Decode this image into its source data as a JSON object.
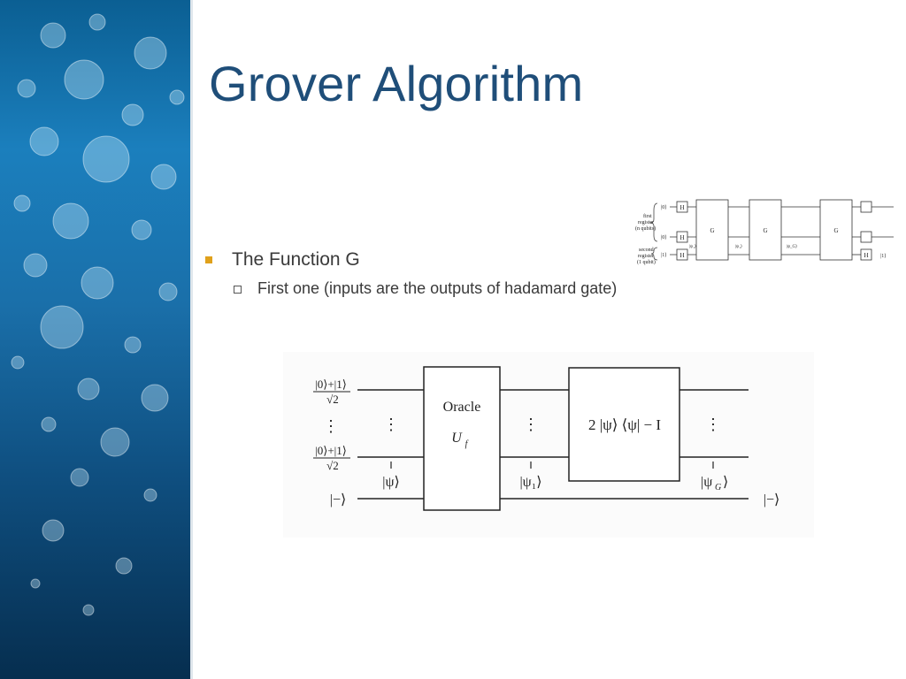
{
  "slide": {
    "title": "Grover Algorithm",
    "bullet": "The Function G",
    "sub_bullet": "First one (inputs are the outputs of hadamard gate)"
  },
  "colors": {
    "title": "#1f4e79",
    "bullet": "#e0a11b",
    "side_panel": "#1b7fbd"
  },
  "mini_circuit": {
    "first_register_label": [
      "first",
      "register",
      "(n qubits)"
    ],
    "second_register_label": [
      "second",
      "register",
      "(1 qubit)"
    ],
    "inputs": [
      "|0⟩",
      "|0⟩",
      "|1⟩"
    ],
    "hadamard": "H",
    "g_box": "G",
    "states": [
      "|ψ₁⟩",
      "|ψ₁⟩",
      "|ψ_G⟩"
    ],
    "output": "|1⟩"
  },
  "main_circuit": {
    "input_top_num": "|0⟩+|1⟩",
    "input_top_den": "√2",
    "input_bottom_num": "|0⟩+|1⟩",
    "input_bottom_den": "√2",
    "ancilla_in": "|−⟩",
    "ancilla_out": "|−⟩",
    "oracle_label": "Oracle",
    "oracle_sub": "U",
    "oracle_sub_index": "f",
    "diffusion": "2 |ψ⟩ ⟨ψ| − I",
    "psi": "|ψ⟩",
    "psi1": "|ψ₁⟩",
    "psiG": "|ψ",
    "psiG_index": "G",
    "psiG_close": "⟩",
    "vdots": "⋮"
  }
}
